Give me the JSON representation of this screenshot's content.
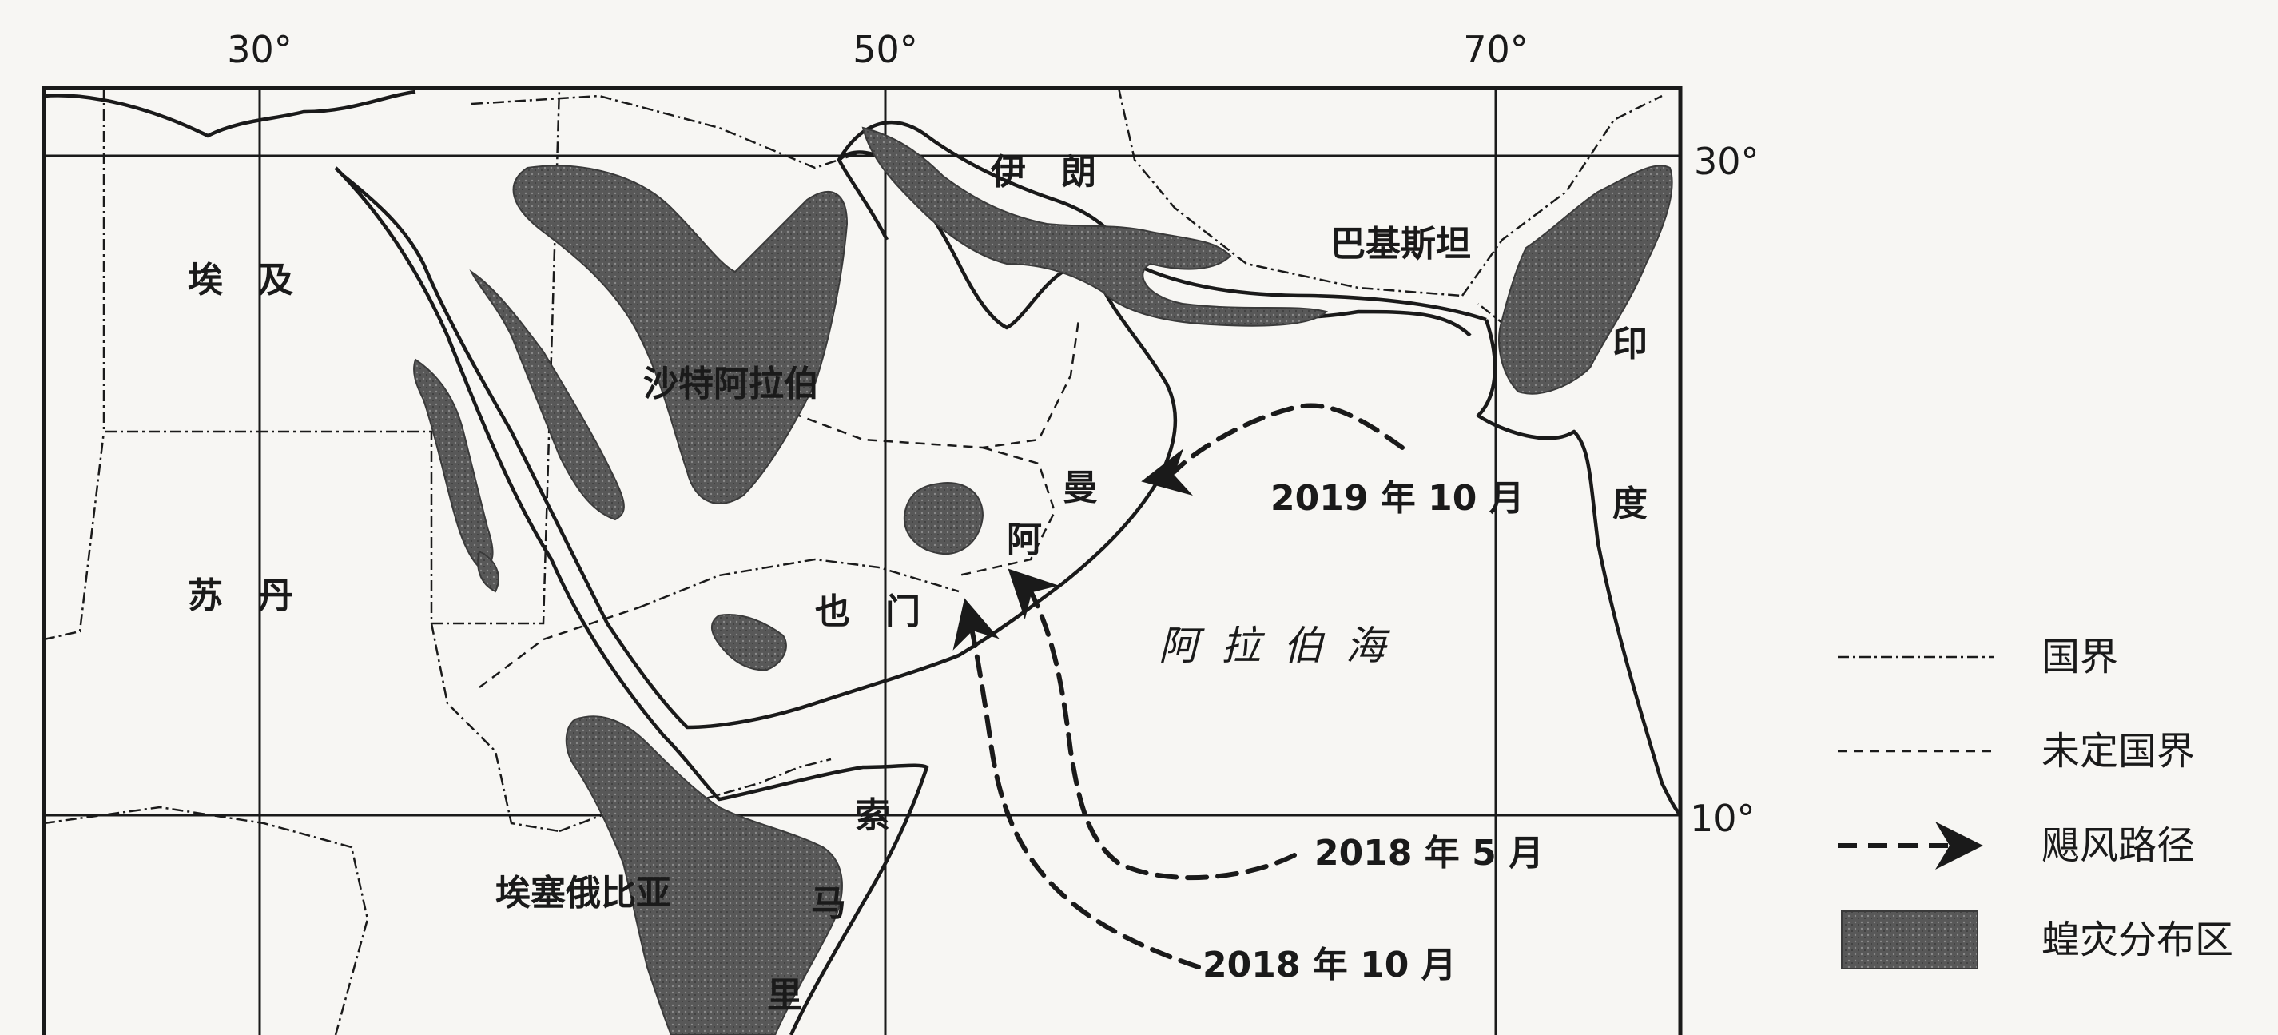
{
  "map": {
    "longitudes": [
      "30°",
      "50°",
      "70°"
    ],
    "latitudes": [
      "30°",
      "10°"
    ],
    "countries": {
      "egypt": "埃　及",
      "sudan": "苏　丹",
      "saudi_arabia": "沙特阿拉伯",
      "iran": "伊　朗",
      "pakistan": "巴基斯坦",
      "india_char1": "印",
      "india_char2": "度",
      "yemen": "也　门",
      "oman_char1": "曼",
      "oman_char2": "阿",
      "ethiopia": "埃塞俄比亚",
      "somalia_char1": "索",
      "somalia_char2": "马",
      "somalia_char3": "里"
    },
    "sea": "阿拉伯海",
    "cyclone_paths": [
      {
        "label": "2019 年 10 月"
      },
      {
        "label": "2018 年 5 月"
      },
      {
        "label": "2018 年 10 月"
      }
    ]
  },
  "legend": {
    "items": [
      {
        "key": "national-border",
        "label": "国界"
      },
      {
        "key": "undefined-border",
        "label": "未定国界"
      },
      {
        "key": "cyclone-path",
        "label": "飓风路径"
      },
      {
        "key": "locust-area",
        "label": "蝗灾分布区"
      }
    ]
  },
  "colors": {
    "ink": "#1a1a1a",
    "locust": "#555555",
    "paper": "#f7f6f3"
  }
}
